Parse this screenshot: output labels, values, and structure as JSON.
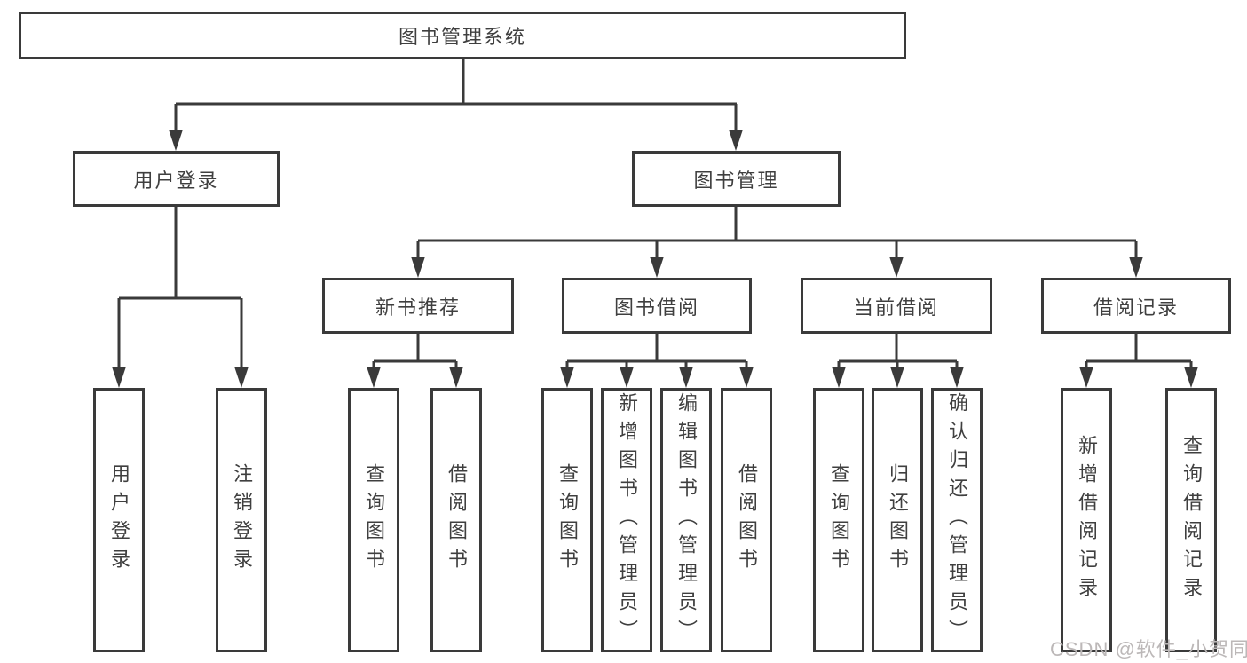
{
  "diagram": {
    "title": "图书管理系统",
    "branches": [
      {
        "label": "用户登录",
        "children": [
          {
            "label": "用户登录"
          },
          {
            "label": "注销登录"
          }
        ]
      },
      {
        "label": "图书管理",
        "children": [
          {
            "label": "新书推荐",
            "children": [
              {
                "label": "查询图书"
              },
              {
                "label": "借阅图书"
              }
            ]
          },
          {
            "label": "图书借阅",
            "children": [
              {
                "label": "查询图书"
              },
              {
                "label": "新增图书（管理员）"
              },
              {
                "label": "编辑图书（管理员）"
              },
              {
                "label": "借阅图书"
              }
            ]
          },
          {
            "label": "当前借阅",
            "children": [
              {
                "label": "查询图书"
              },
              {
                "label": "归还图书"
              },
              {
                "label": "确认归还（管理员）"
              }
            ]
          },
          {
            "label": "借阅记录",
            "children": [
              {
                "label": "新增借阅记录"
              },
              {
                "label": "查询借阅记录"
              }
            ]
          }
        ]
      }
    ]
  },
  "watermark": {
    "text": "CSDN @软件_小贺同学"
  },
  "colors": {
    "line": "#3a3a3a",
    "text": "#3f3f3f",
    "watermark": "#bcb8b8",
    "background": "#ffffff"
  }
}
